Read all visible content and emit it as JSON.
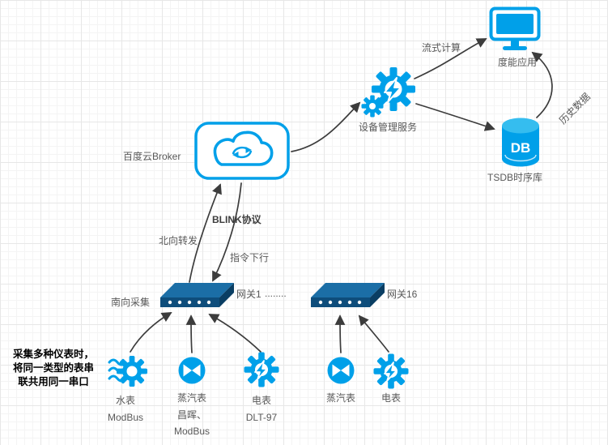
{
  "diagram": {
    "nodes": {
      "app": {
        "label": "度能应用"
      },
      "service": {
        "label": "设备管理服务"
      },
      "db": {
        "label": "TSDB时序库",
        "text": "DB"
      },
      "broker": {
        "label": "百度云Broker"
      },
      "gateway1": {
        "label": "网关1"
      },
      "gateway_ellipsis": "........",
      "gateway16": {
        "label": "网关16"
      },
      "meters": [
        {
          "label": "水表",
          "line1": "ModBus",
          "line2": ""
        },
        {
          "label": "蒸汽表",
          "line1": "昌晖、",
          "line2": "ModBus"
        },
        {
          "label": "电表",
          "line1": "DLT-97",
          "line2": ""
        },
        {
          "label": "蒸汽表",
          "line1": "",
          "line2": ""
        },
        {
          "label": "电表",
          "line1": "",
          "line2": ""
        }
      ]
    },
    "edge_labels": {
      "stream_compute": "流式计算",
      "history_data": "历史数据",
      "blink_protocol": "BLINK协议",
      "north_forward": "北向转发",
      "command_down": "指令下行",
      "south_collect": "南向采集"
    },
    "note_lines": [
      "采集多种仪表时，",
      "将同一类型的表串",
      "联共用同一串口"
    ],
    "colors": {
      "accent": "#00A0E9",
      "arrow": "#3C3C3C",
      "gateway_top": "#1B6EA6",
      "gateway_front": "#0E4D7B",
      "gateway_side": "#0A3E63",
      "db_top": "#35BDEF"
    }
  }
}
